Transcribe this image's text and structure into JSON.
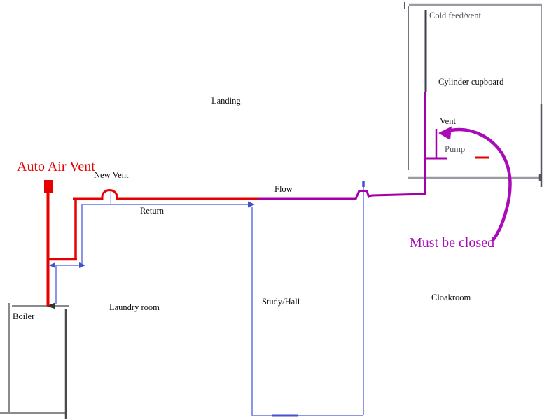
{
  "colors": {
    "pipe_red": "#e60000",
    "pipe_blue": "#8a96e8",
    "pipe_blue_dark": "#4453cc",
    "pipe_blue_faint": "#b9c1f4",
    "pipe_purple": "#a300ab",
    "marker_purple": "#aa0ab8",
    "wall_gray": "#9a9aa2",
    "wall_gray_mid": "#75757f",
    "wall_gray_dark": "#55555f",
    "wall_slate": "#3d3d4d",
    "boiler_gray": "#8a8a8a",
    "boiler_dark": "#4a4a4a",
    "arrow_dark": "#333333",
    "text_gray": "#55555f"
  },
  "labels": {
    "auto_air_vent": "Auto Air Vent",
    "new_vent": "New Vent",
    "landing": "Landing",
    "cold_feed_vent": "Cold feed/vent",
    "cylinder_cupboard": "Cylinder cupboard",
    "vent": "Vent",
    "pump": "Pump",
    "must_be_closed": "Must be closed",
    "flow": "Flow",
    "return": "Return",
    "laundry_room": "Laundry room",
    "study_hall": "Study/Hall",
    "cloakroom": "Cloakroom",
    "boiler": "Boiler"
  }
}
